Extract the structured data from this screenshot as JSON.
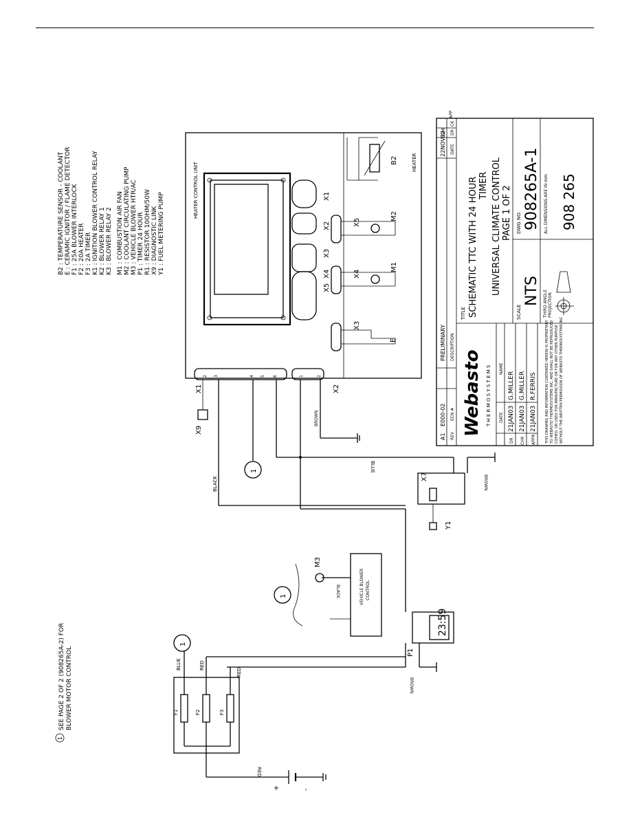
{
  "legend": [
    "B2 : TEMPERATURE SENSOR - COOLANT",
    "E : CERAMIC IGNITOR / FLAME DETECTOR",
    "F1 : 25A BLOWER INTERLOCK",
    "F2 : 20A HEATER",
    "F3 : 2A TIMER",
    "K1 : IGNITION BLOWER CONTROL RELAY",
    "K2 : BLOWER RELAY 1",
    "K3 : BLOWER RELAY 2",
    "",
    "M1 : COMBUSTION AIR FAN",
    "M2 : COOLANT CIRCULATING PUMP",
    "M3 : VEHICLE BLOWER HTR/AC",
    "P1 : TIMER 24 HOUR",
    "R1 : RESISTOR 10OHM/50W",
    "X9 : DIAGNOSTIC LINK",
    "Y1 : FUEL METERING PUMP"
  ],
  "footnote": {
    "number": "1",
    "line1": "SEE PAGE 2 OF 2 (908265A-2) FOR",
    "line2": "BLOWER MOTOR CONTROL"
  },
  "components": {
    "heater_control_unit": "HEATER CONTROL UNIT",
    "heater": "HEATER",
    "vehicle_blower_control_1": "VEHICLE BLOWER",
    "vehicle_blower_control_2": "CONTROL",
    "timer_display": "23:59",
    "fuses": [
      "F1",
      "F2",
      "F3"
    ],
    "battery_plus": "+",
    "battery_minus": "-",
    "circle_ref": "1"
  },
  "labels": {
    "X1": "X1",
    "X2": "X2",
    "X3": "X3",
    "X4": "X4",
    "X5": "X5",
    "X7": "X7",
    "X9": "X9",
    "M1": "M1",
    "M2": "M2",
    "M3": "M3",
    "B2": "B2",
    "E": "E",
    "P1": "P1",
    "Y1": "Y1"
  },
  "wire_colors": {
    "blue": "BLUE",
    "red": "RED",
    "black": "BLACK",
    "brown": "BROWN"
  },
  "title_block": {
    "rev_row": {
      "rev": "A1",
      "ecn": "E000-02",
      "description": "PRELIMINARY",
      "date": "22NOV02",
      "by": "GM"
    },
    "rev_headers": {
      "rev": "REV",
      "ecn": "ECN #",
      "description": "DESCRIPTION",
      "date": "DATE",
      "dr": "DR",
      "ck": "CK",
      "app": "APP"
    },
    "logo": "Webasto",
    "logo_sub": "T H E R M O S Y S T E M S",
    "date_header": "DATE",
    "name_header": "NAME",
    "people": [
      {
        "role": "DR",
        "date": "21JAN03",
        "name": "G.MILLER"
      },
      {
        "role": "CHK",
        "date": "21JAN03",
        "name": "G.MILLER"
      },
      {
        "role": "APPR",
        "date": "21JAN03",
        "name": "R.FERRIS"
      }
    ],
    "title_label": "TITLE",
    "title_line1": "SCHEMATIC TTC WITH 24 HOUR",
    "title_line2": "TIMER",
    "title_line3": "UNIVERSAL CLIMATE CONTROL",
    "title_line4": "PAGE 1 OF 2",
    "scale_label": "SCALE",
    "scale": "NTS",
    "dwg_label": "DWG NO.",
    "dwg_no": "908265A-1",
    "projection_1": "THIRD ANGLE",
    "projection_2": "PROJECTION",
    "dimensions_note": "ALL DIMENSIONS ARE IN mm",
    "part_no": "908 265",
    "proprietary": [
      "THIS DRAWING AND INFORMATION CONTAINED HEREIN IS PROPRIETARY",
      "TO WEBASTO THERMOSYSTEMS INC. AND SHALL NOT BE REPRODUCED",
      "COPIED, OR USED FOR MANUFACTURE OR FOR ANY OTHER PURPOSE",
      "WITHOUT THE WRITTEN PERMISSION OF WEBASTO THERMOSYSTEMS INC"
    ]
  }
}
